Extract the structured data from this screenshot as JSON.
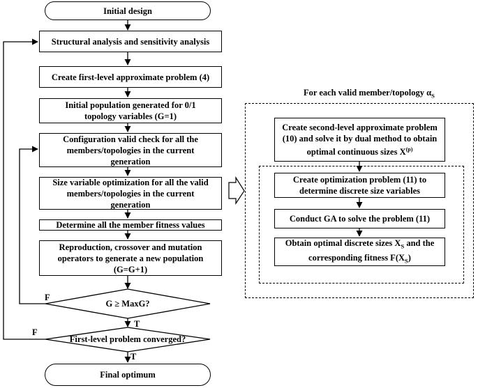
{
  "left_flow": {
    "start": "Initial design",
    "step1": "Structural analysis and sensitivity analysis",
    "step2": "Create first-level approximate problem (4)",
    "step3": {
      "line1": "Initial population generated for 0/1",
      "line2": "topology variables (G=1)"
    },
    "step4": {
      "line1": "Configuration valid check for all the",
      "line2": "members/topologies in the current",
      "line3": "generation"
    },
    "step5": {
      "line1": "Size variable optimization for all the valid",
      "line2": "members/topologies in the current",
      "line3": "generation"
    },
    "step6": "Determine all the member fitness values",
    "step7": {
      "line1": "Reproduction, crossover and mutation",
      "line2": "operators to generate a new population",
      "line3": "(G=G+1)"
    },
    "decision1": "G ≥ MaxG?",
    "decision2": "First-level problem converged?",
    "end": "Final optimum",
    "label_false": "F",
    "label_true": "T"
  },
  "right_panel": {
    "header_text": "For each valid member/topology α",
    "header_sub": "S",
    "box1": {
      "line1": "Create second-level approximate problem",
      "line2": "(10) and solve it by dual method to obtain",
      "line3": "optimal continuous sizes X",
      "sup": "(p)"
    },
    "box2": {
      "line1": "Create optimization  problem (11)  to",
      "line2": "determine discrete size variables"
    },
    "box3": "Conduct GA to solve the problem (11)",
    "box4": {
      "line1": "Obtain optimal discrete sizes X",
      "line1_sub": "S",
      "line1_end": " and the",
      "line2": "corresponding fitness F(X",
      "line2_sub": "S",
      "line2_end": ")"
    }
  }
}
